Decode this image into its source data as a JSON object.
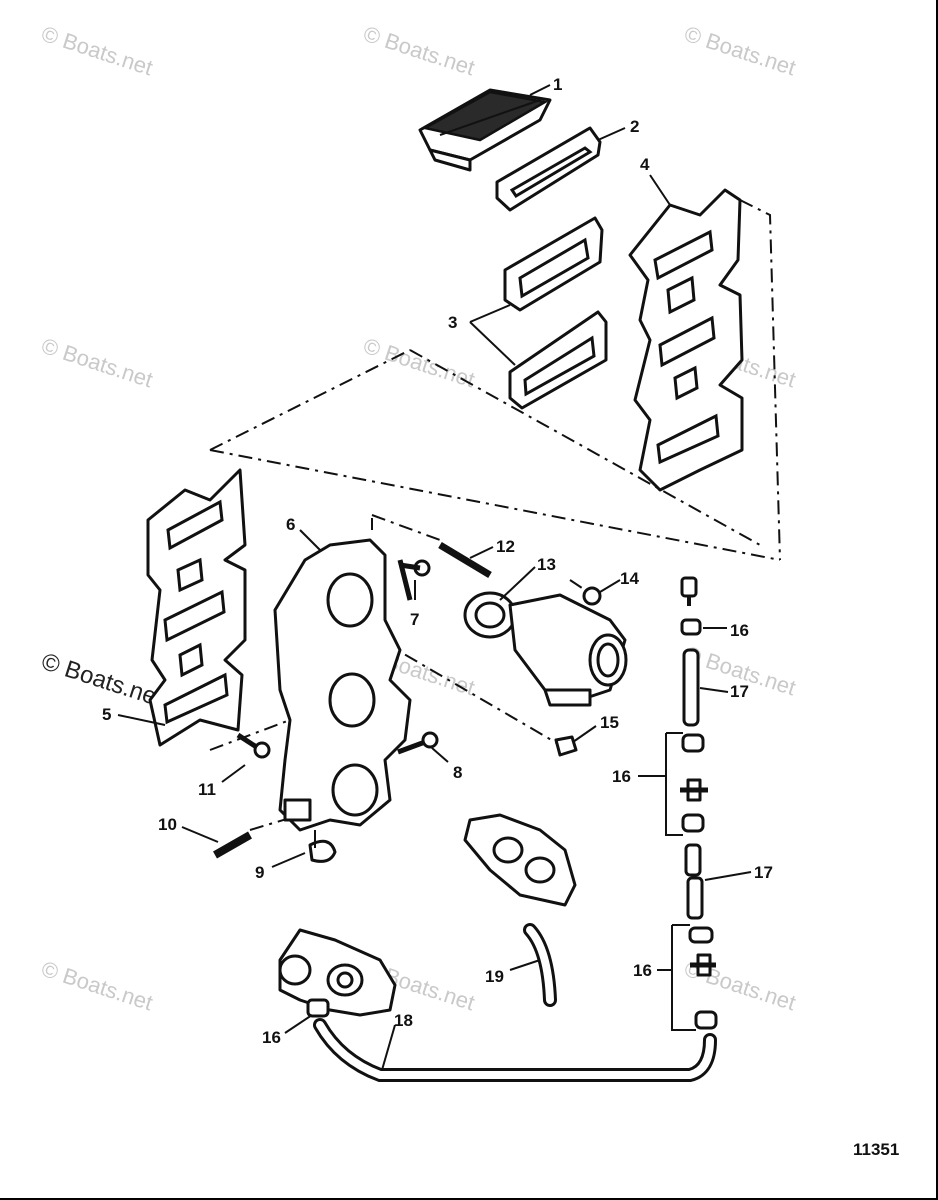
{
  "watermark": {
    "text": "© Boats.net"
  },
  "drawing_number": "11351",
  "callouts": {
    "c1": "1",
    "c2": "2",
    "c3": "3",
    "c4": "4",
    "c5": "5",
    "c6": "6",
    "c7": "7",
    "c8": "8",
    "c9": "9",
    "c10": "10",
    "c11": "11",
    "c12": "12",
    "c13": "13",
    "c14": "14",
    "c15": "15",
    "c16a": "16",
    "c16b": "16",
    "c16c": "16",
    "c16d": "16",
    "c17a": "17",
    "c17b": "17",
    "c18": "18",
    "c19": "19"
  }
}
